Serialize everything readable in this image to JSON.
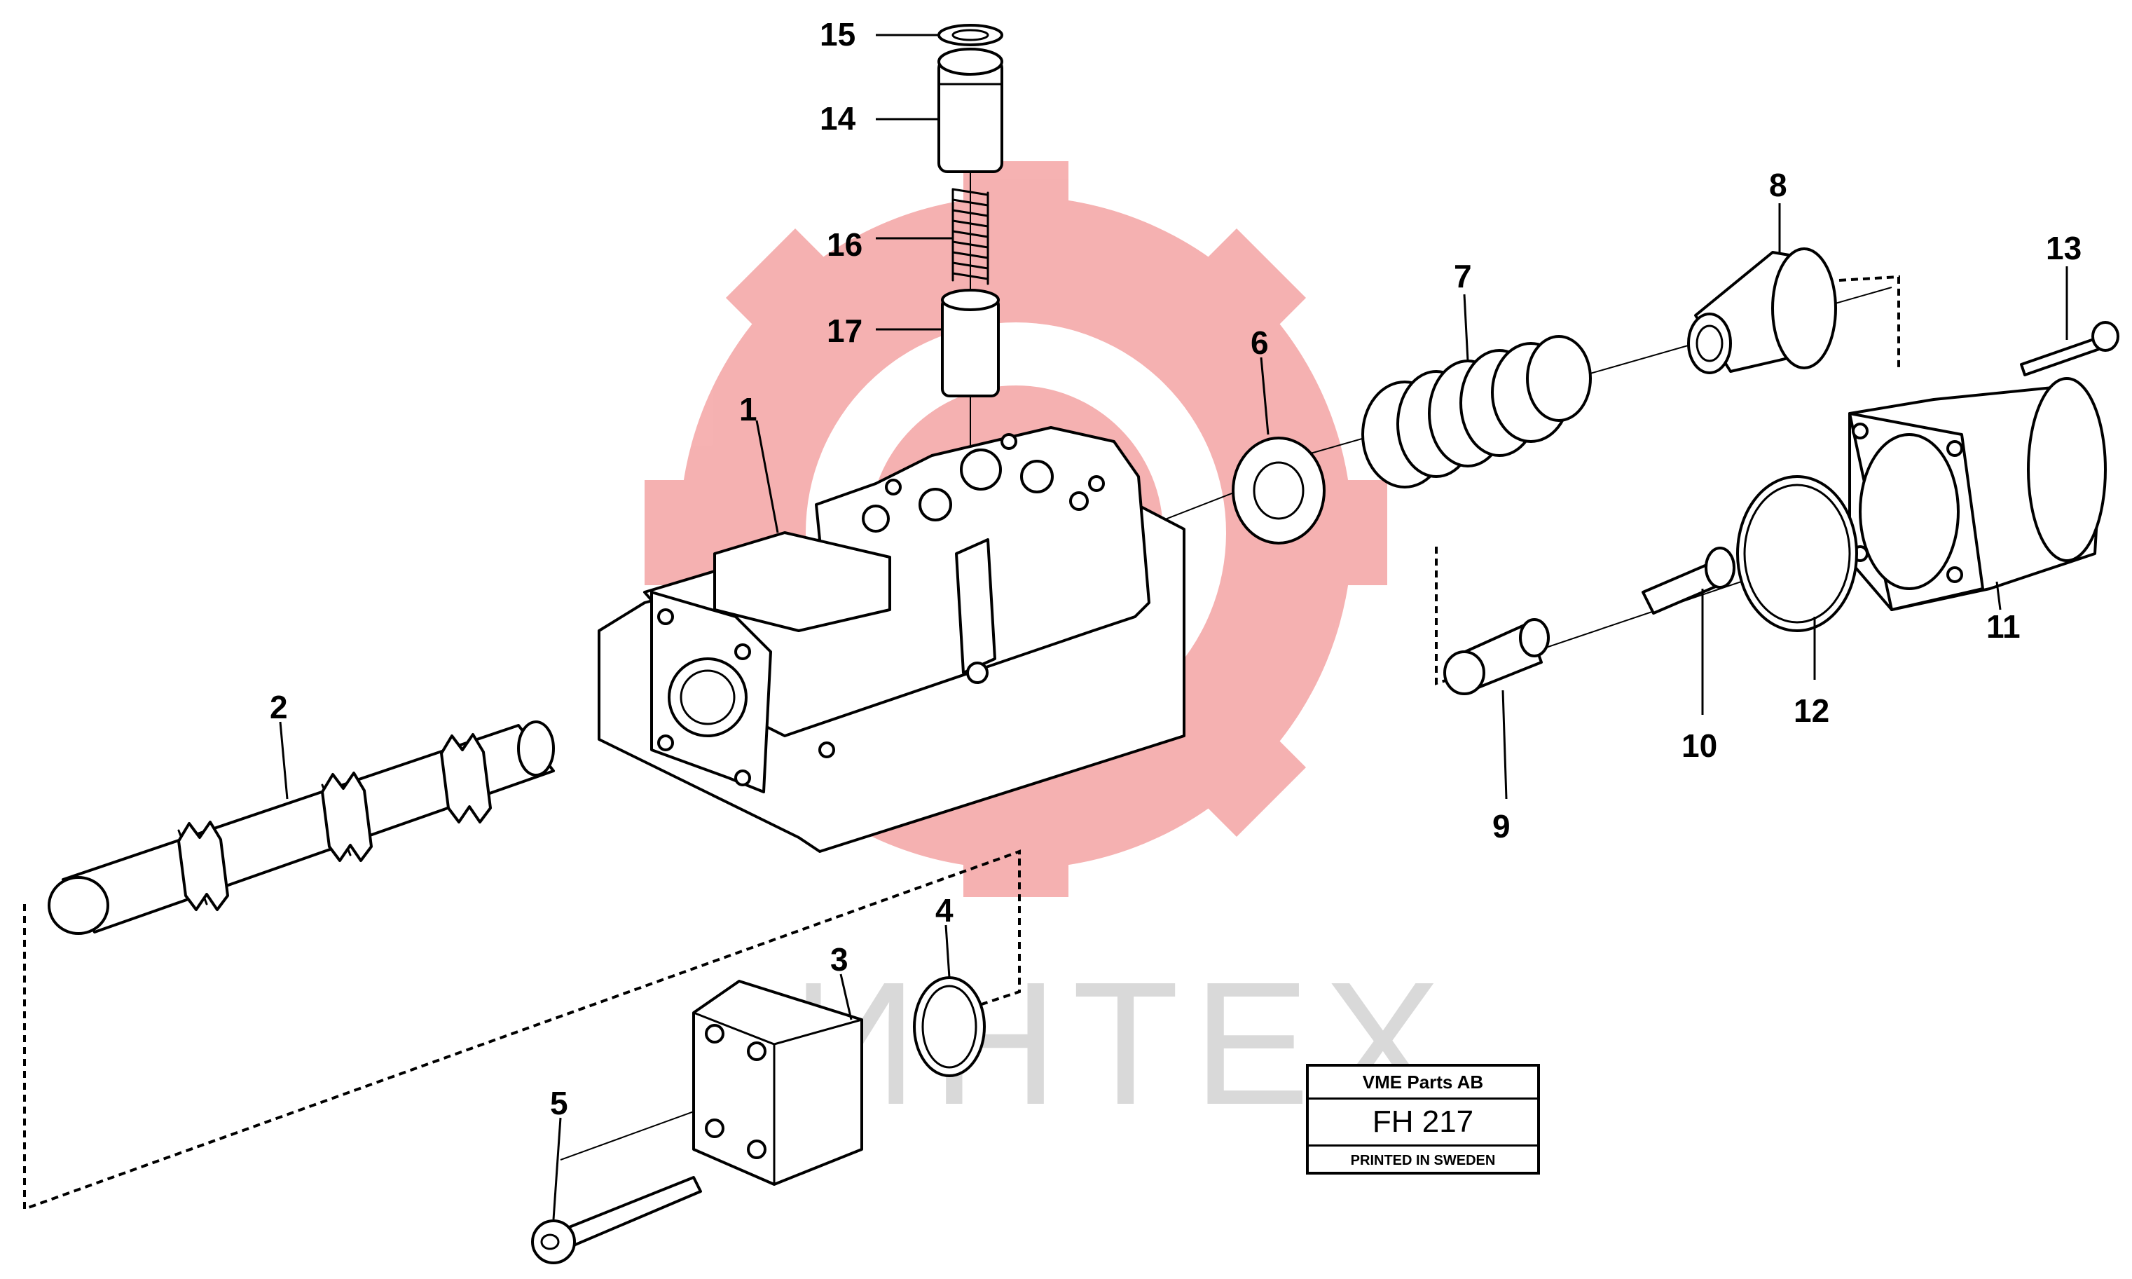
{
  "watermark": {
    "text": "ИНТЕХ",
    "color": "#f4a4a4",
    "text_color": "#d9d9d9"
  },
  "title_block": {
    "company": "VME Parts AB",
    "code": "FH 217",
    "printed": "PRINTED IN SWEDEN"
  },
  "callouts": {
    "c1": "1",
    "c2": "2",
    "c3": "3",
    "c4": "4",
    "c5": "5",
    "c6": "6",
    "c7": "7",
    "c8": "8",
    "c9": "9",
    "c10": "10",
    "c11": "11",
    "c12": "12",
    "c13": "13",
    "c14": "14",
    "c15": "15",
    "c16": "16",
    "c17": "17"
  }
}
